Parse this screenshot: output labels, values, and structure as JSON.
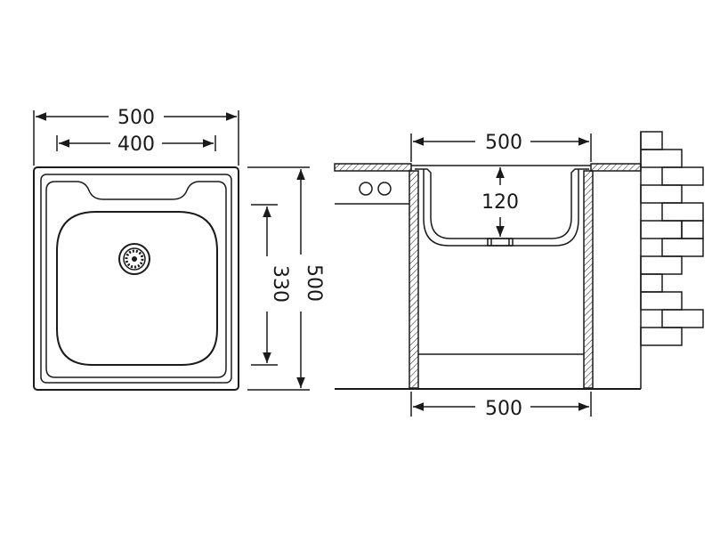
{
  "top_view": {
    "outer_width_label": "500",
    "bowl_width_label": "400",
    "bowl_depth_label": "330",
    "outer_depth_label": "500"
  },
  "side_view": {
    "cabinet_top_width_label": "500",
    "bowl_height_label": "120",
    "cabinet_bottom_width_label": "500"
  },
  "colors": {
    "line": "#1a1a1a",
    "background": "#ffffff"
  }
}
